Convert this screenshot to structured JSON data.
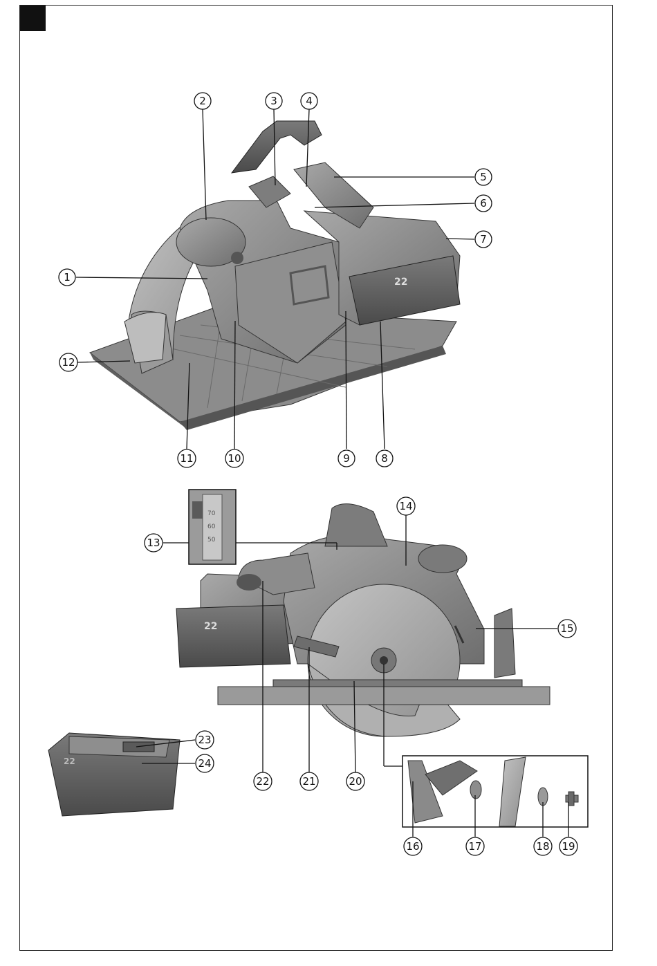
{
  "page": {
    "corner_marker": "",
    "callouts": [
      {
        "id": "c1",
        "label": "1"
      },
      {
        "id": "c2",
        "label": "2"
      },
      {
        "id": "c3",
        "label": "3"
      },
      {
        "id": "c4",
        "label": "4"
      },
      {
        "id": "c5",
        "label": "5"
      },
      {
        "id": "c6",
        "label": "6"
      },
      {
        "id": "c7",
        "label": "7"
      },
      {
        "id": "c8",
        "label": "8"
      },
      {
        "id": "c9",
        "label": "9"
      },
      {
        "id": "c10",
        "label": "10"
      },
      {
        "id": "c11",
        "label": "11"
      },
      {
        "id": "c12",
        "label": "12"
      },
      {
        "id": "c13",
        "label": "13"
      },
      {
        "id": "c14",
        "label": "14"
      },
      {
        "id": "c15",
        "label": "15"
      },
      {
        "id": "c16",
        "label": "16"
      },
      {
        "id": "c17",
        "label": "17"
      },
      {
        "id": "c18",
        "label": "18"
      },
      {
        "id": "c19",
        "label": "19"
      },
      {
        "id": "c20",
        "label": "20"
      },
      {
        "id": "c21",
        "label": "21"
      },
      {
        "id": "c22",
        "label": "22"
      },
      {
        "id": "c23",
        "label": "23"
      },
      {
        "id": "c24",
        "label": "24"
      }
    ],
    "depth_scale": [
      "70",
      "60",
      "50"
    ],
    "battery_mark": "22",
    "colors": {
      "body": "#8a8a8a",
      "dark": "#4a4a4a",
      "light": "#b5b5b5",
      "line": "#111111"
    }
  }
}
